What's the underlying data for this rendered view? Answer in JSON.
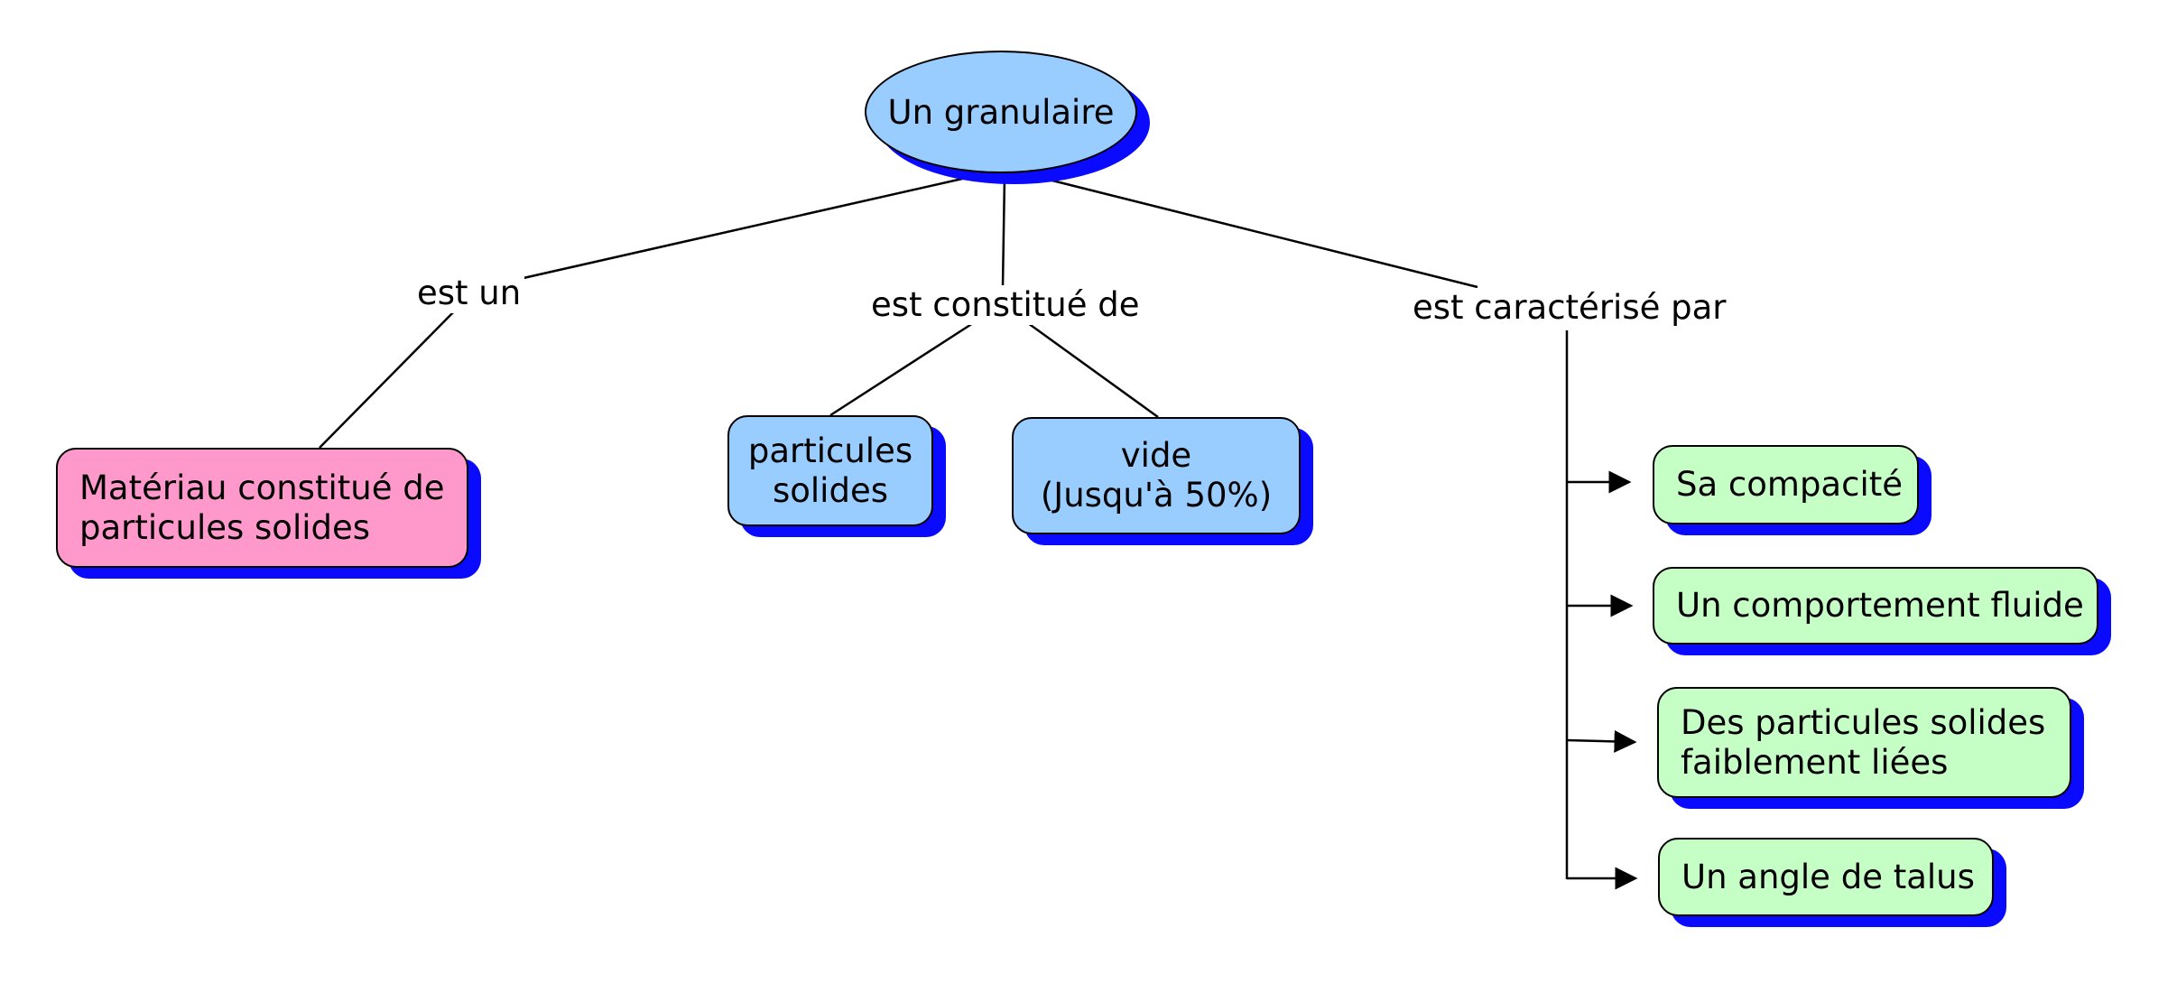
{
  "root": {
    "label": "Un granulaire"
  },
  "links": {
    "is_a": "est un",
    "made_of": "est constitué de",
    "characterized_by": "est caractérisé par"
  },
  "concepts": {
    "material": "Matériau constitué de\nparticules solides",
    "solid_particles": "particules\nsolides",
    "void": "vide\n(Jusqu'à 50%)",
    "compacity": "Sa compacité",
    "fluid_behavior": "Un comportement fluide",
    "weakly_bound": "Des particules solides\nfaiblement liées",
    "repose_angle": "Un angle de talus"
  },
  "colors": {
    "root_fill": "#99ccff",
    "is_a_fill": "#ff99cc",
    "made_of_fill": "#99ccff",
    "characteristic_fill": "#c6ffc6",
    "shadow": "#0a0aff",
    "line": "#000000"
  }
}
